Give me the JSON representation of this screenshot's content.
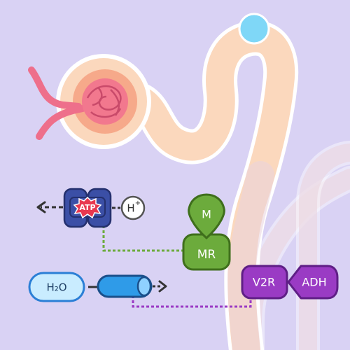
{
  "colors": {
    "background": "#d9d2f4",
    "tubule": "#fbd8bd",
    "tubule_outline": "#ffffff",
    "faded_tubule": "#ead3de",
    "glomerulus": "#f2788e",
    "capsule": "#f6a98a",
    "arteriole": "#ee6f8b",
    "cyan_cap": "#7fd7f7",
    "pump_fill": "#3b4fa6",
    "pump_outline": "#24306e",
    "atp_star": "#e8384f",
    "mr_green": "#6cab3c",
    "mr_outline": "#3f6f1c",
    "v2r_purple": "#9a3bc4",
    "v2r_outline": "#5f1f86",
    "h2o_fill": "#c9ecff",
    "h2o_outline": "#2b7fd6",
    "aquaporin_fill": "#2f9be8",
    "aquaporin_outline": "#1a4f8a"
  },
  "icons": {
    "glomerulus": "glomerulus-icon",
    "arteriole": "arteriole-icon",
    "pump": "proton-pump-icon",
    "atp": "atp-starburst-icon",
    "aquaporin": "aquaporin-channel-icon",
    "arrow_left": "arrow-left-icon",
    "arrow_right": "arrow-right-icon"
  },
  "labels": {
    "atp": "ATP",
    "h_plus": "H",
    "h_plus_sup": "+",
    "m": "M",
    "mr": "MR",
    "h2o": "H₂O",
    "v2r": "V2R",
    "adh": "ADH"
  }
}
